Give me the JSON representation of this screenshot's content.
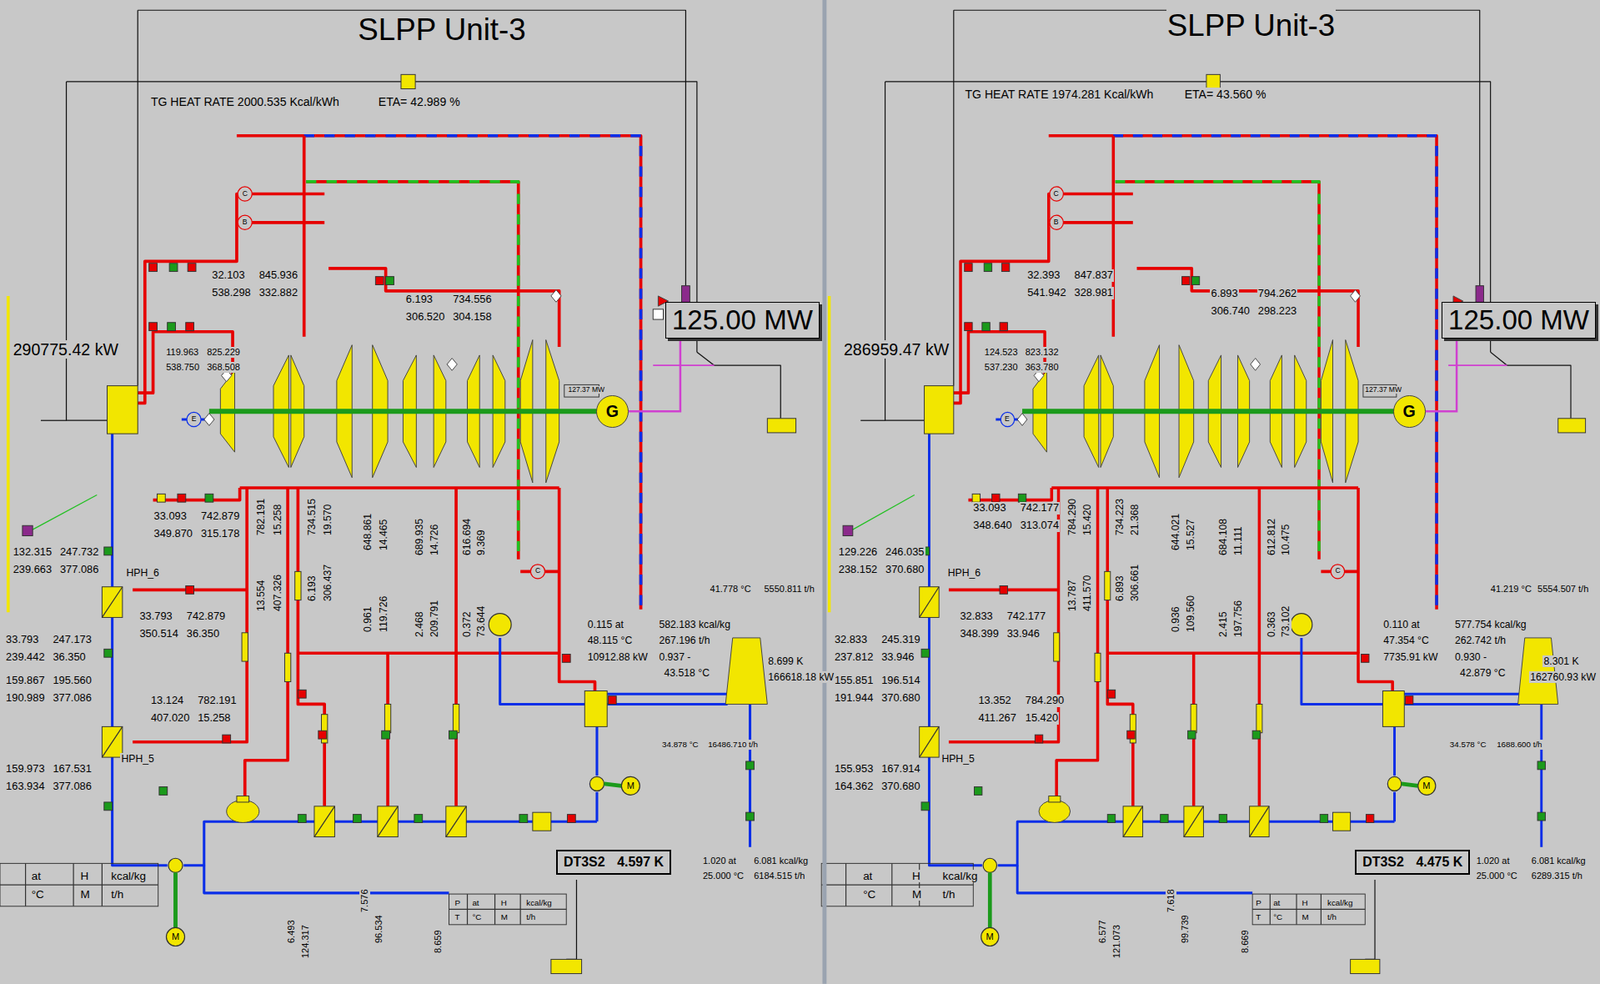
{
  "diagram": {
    "nodes": [
      {
        "text": [
          "125.00 MW"
        ]
      },
      {
        "text": [
          "G"
        ]
      },
      {
        "text": [
          "DT3S2",
          "4.597 K"
        ]
      },
      {
        "text": [
          "125.00 MW"
        ]
      },
      {
        "text": [
          "G"
        ]
      },
      {
        "text": [
          "DT3S2",
          "4.475 K"
        ]
      }
    ],
    "edges": [
      {
        "from": 1,
        "to": 0,
        "arrow": "none"
      },
      {
        "from": 4,
        "to": 3,
        "arrow": "none"
      }
    ],
    "labels": [
      "SLPP Unit-3",
      "TG HEAT RATE 2000.535 Kcal/kWh",
      "ETA= 42.989 %",
      "290775.42 kW",
      "32.103",
      "845.936",
      "538.298",
      "332.882",
      "119.963",
      "825.229",
      "538.750",
      "368.508",
      "6.193",
      "734.556",
      "306.520",
      "304.158",
      "33.093",
      "742.879",
      "349.870",
      "315.178",
      "132.315",
      "247.732",
      "239.663",
      "377.086",
      "HPH_6",
      "33.793",
      "742.879",
      "350.514",
      "36.350",
      "33.793",
      "247.173",
      "239.442",
      "36.350",
      "159.867",
      "195.560",
      "190.989",
      "377.086",
      "13.124",
      "782.191",
      "407.020",
      "15.258",
      "HPH_5",
      "159.973",
      "167.531",
      "163.934",
      "377.086",
      "13.554",
      "782.191",
      "407.326",
      "15.258",
      "6.193",
      "734.515",
      "306.437",
      "19.570",
      "0.961",
      "648.861",
      "119.726",
      "14.465",
      "2.468",
      "689.935",
      "209.791",
      "14.726",
      "0.372",
      "616.694",
      "73.644",
      "9.369",
      "0.115 at",
      "48.115 °C",
      "10912.88 kW",
      "582.183 kcal/kg",
      "267.196 t/h",
      "0.937 -",
      "43.518 °C",
      "41.778 °C",
      "5550.811 t/h",
      "8.699 K",
      "166618.18 kW",
      "34.878 °C",
      "16486.710 t/h",
      "1.020 at",
      "25.000 °C",
      "6.081 kcal/kg",
      "6184.515 t/h",
      "127.37 MW",
      "at",
      "H",
      "kcal/kg",
      "°C",
      "M",
      "t/h",
      "P",
      "at",
      "H",
      "kcal/kg",
      "T",
      "°C",
      "M",
      "t/h",
      "6.493",
      "124.317",
      "7.576",
      "96.534",
      "8.659",
      "C",
      "B",
      "E",
      "C",
      "M",
      "M",
      "SLPP Unit-3",
      "TG HEAT RATE 1974.281 Kcal/kWh",
      "ETA= 43.560 %",
      "286959.47 kW",
      "32.393",
      "847.837",
      "541.942",
      "328.981",
      "124.523",
      "823.132",
      "537.230",
      "363.780",
      "6.893",
      "794.262",
      "306.740",
      "298.223",
      "33.093",
      "742.177",
      "348.640",
      "313.074",
      "129.226",
      "246.035",
      "238.152",
      "370.680",
      "HPH_6",
      "32.833",
      "742.177",
      "348.399",
      "33.946",
      "32.833",
      "245.319",
      "237.812",
      "33.946",
      "155.851",
      "196.514",
      "191.944",
      "370.680",
      "13.352",
      "784.290",
      "411.267",
      "15.420",
      "HPH_5",
      "155.953",
      "167.914",
      "164.362",
      "370.680",
      "13.787",
      "784.290",
      "411.570",
      "15.420",
      "6.893",
      "734.223",
      "306.661",
      "21.368",
      "0.936",
      "644.021",
      "109.560",
      "15.527",
      "2.415",
      "684.108",
      "197.756",
      "11.111",
      "0.363",
      "612.812",
      "73.102",
      "10.475",
      "0.110 at",
      "47.354 °C",
      "7735.91 kW",
      "577.754 kcal/kg",
      "262.742 t/h",
      "0.930 -",
      "42.879 °C",
      "41.219 °C",
      "5554.507 t/h",
      "8.301 K",
      "162760.93 kW",
      "34.578 °C",
      "1688.600 t/h",
      "1.020 at",
      "25.000 °C",
      "6.081 kcal/kg",
      "6289.315 t/h",
      "127.37 MW",
      "at",
      "H",
      "kcal/kg",
      "°C",
      "M",
      "t/h",
      "P",
      "at",
      "H",
      "kcal/kg",
      "T",
      "°C",
      "M",
      "t/h",
      "6.577",
      "121.073",
      "7.618",
      "99.739",
      "8.669",
      "C",
      "B",
      "E",
      "C",
      "M",
      "M"
    ]
  }
}
